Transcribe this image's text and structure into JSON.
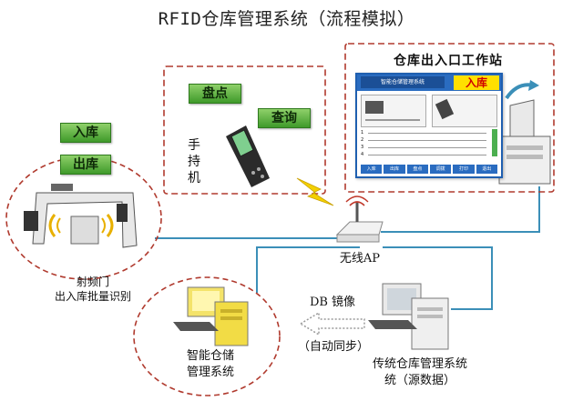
{
  "title": "RFID仓库管理系统（流程模拟）",
  "labels": {
    "stock_in": "入库",
    "stock_out": "出库",
    "inventory": "盘点",
    "query": "查询"
  },
  "handheld": {
    "text": "手持机",
    "chars": [
      "手",
      "持",
      "机"
    ]
  },
  "rfid_gate": {
    "line1": "射频门",
    "line2": "出入库批量识别"
  },
  "workstation": {
    "title": "仓库出入口工作站",
    "app_name": "智能仓储管理系统",
    "tab_label": "入库",
    "row_numbers": [
      "1",
      "2",
      "3",
      "4"
    ],
    "buttons": [
      "入库",
      "出库",
      "盘点",
      "调拨",
      "打印",
      "退出"
    ]
  },
  "ap": {
    "label": "无线AP"
  },
  "mirror": {
    "label": "DB 镜像",
    "sync_label": "（自动同步）"
  },
  "smart_system": {
    "line1": "智能仓储",
    "line2": "管理系统"
  },
  "legacy_system": {
    "line1": "传统仓库管理系统",
    "line2": "统（源数据）"
  },
  "colors": {
    "link_line": "#3b8fb8",
    "dashed_border": "#b03a2e",
    "label_green": "#4aa531",
    "screen_blue": "#2a6cc0"
  }
}
